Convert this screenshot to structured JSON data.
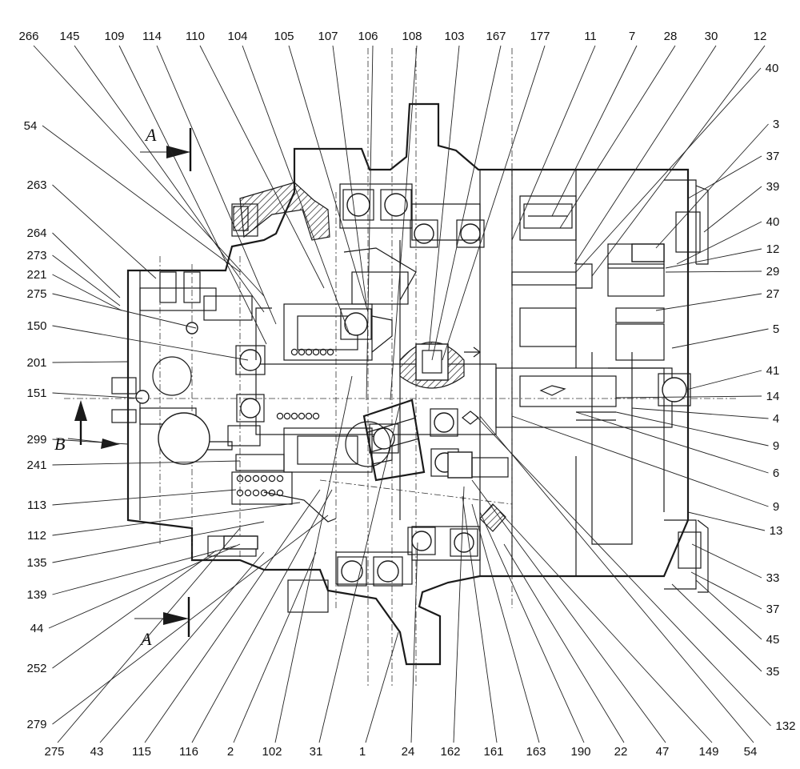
{
  "diagram": {
    "labels": {
      "top": [
        "266",
        "145",
        "109",
        "114",
        "110",
        "104",
        "105",
        "107",
        "106",
        "108",
        "103",
        "167",
        "177",
        "11",
        "7",
        "28",
        "30",
        "12"
      ],
      "left": [
        "54",
        "263",
        "264",
        "273",
        "221",
        "275",
        "150",
        "201",
        "151",
        "299",
        "241",
        "113",
        "112",
        "135",
        "139",
        "44",
        "252",
        "279"
      ],
      "right": [
        "40",
        "3",
        "37",
        "39",
        "40",
        "12",
        "29",
        "27",
        "5",
        "41",
        "14",
        "4",
        "9",
        "6",
        "9",
        "13",
        "33",
        "37",
        "45",
        "35",
        "132"
      ],
      "bottom": [
        "275",
        "43",
        "115",
        "116",
        "2",
        "102",
        "31",
        "1",
        "24",
        "162",
        "161",
        "163",
        "190",
        "22",
        "47",
        "149",
        "54"
      ]
    },
    "section_marks": [
      "A",
      "A",
      "B"
    ]
  }
}
